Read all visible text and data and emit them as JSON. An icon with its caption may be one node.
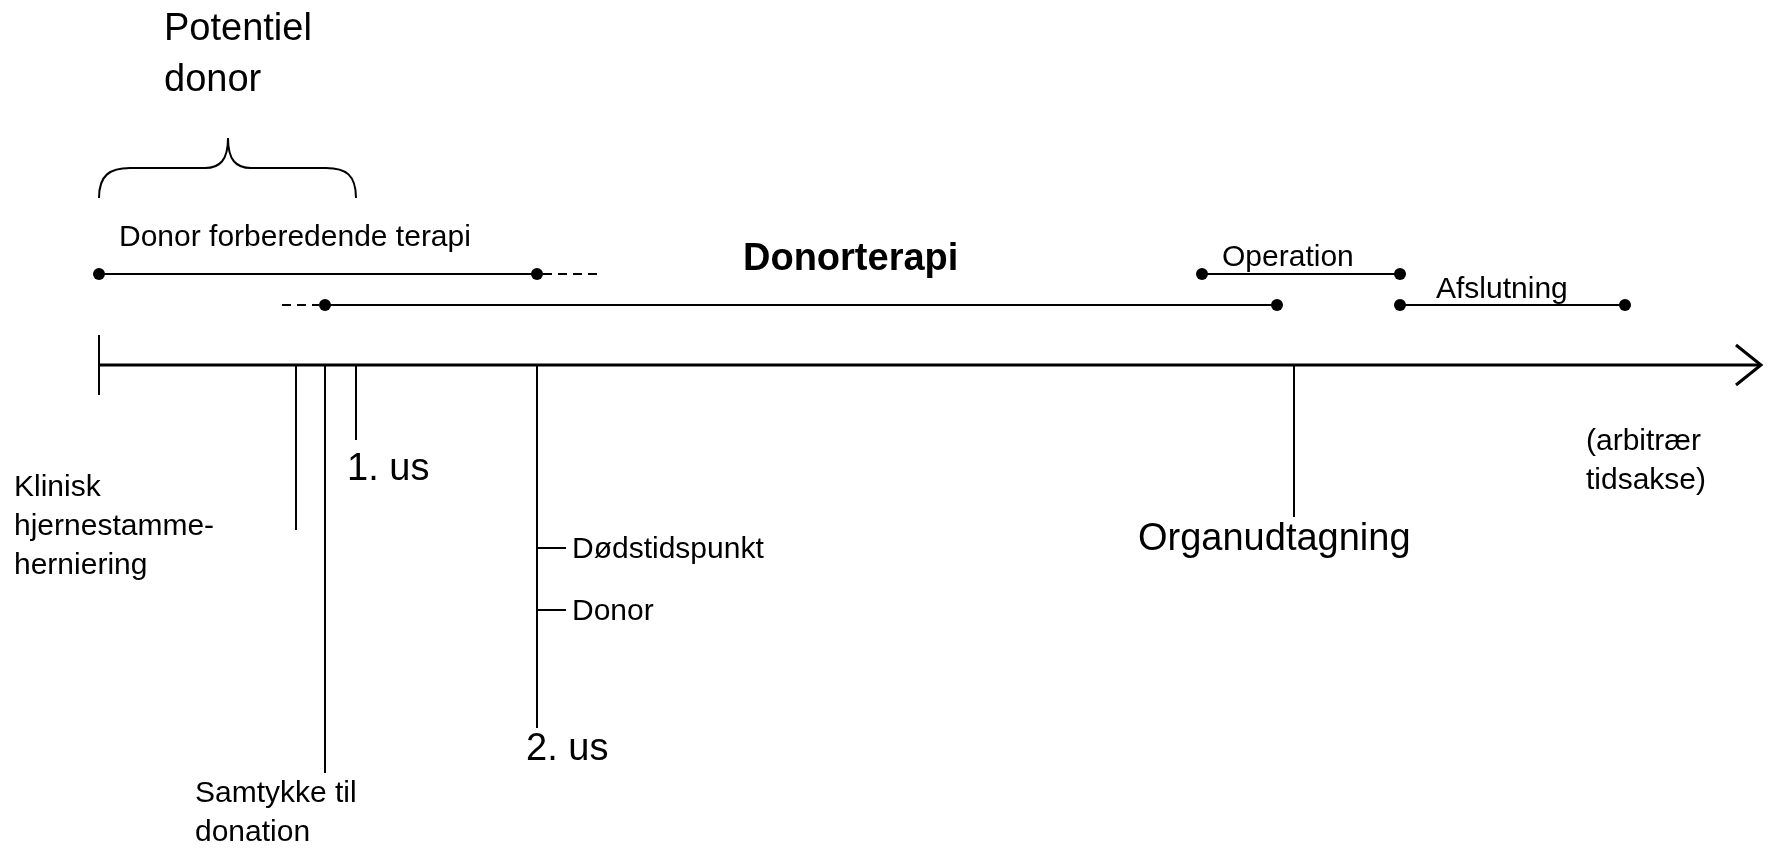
{
  "diagram": {
    "title": "Donorterapi",
    "labels": [
      "Potentiel donor",
      "Donor forberedende terapi",
      "Operation",
      "Afslutning",
      "Klinisk hjernestamme- herniering",
      "1. us",
      "Dødstidspunkt",
      "Donor",
      "Organudtagning",
      "(arbitrær tidsakse)",
      "2. us",
      "Samtykke til donation"
    ]
  }
}
